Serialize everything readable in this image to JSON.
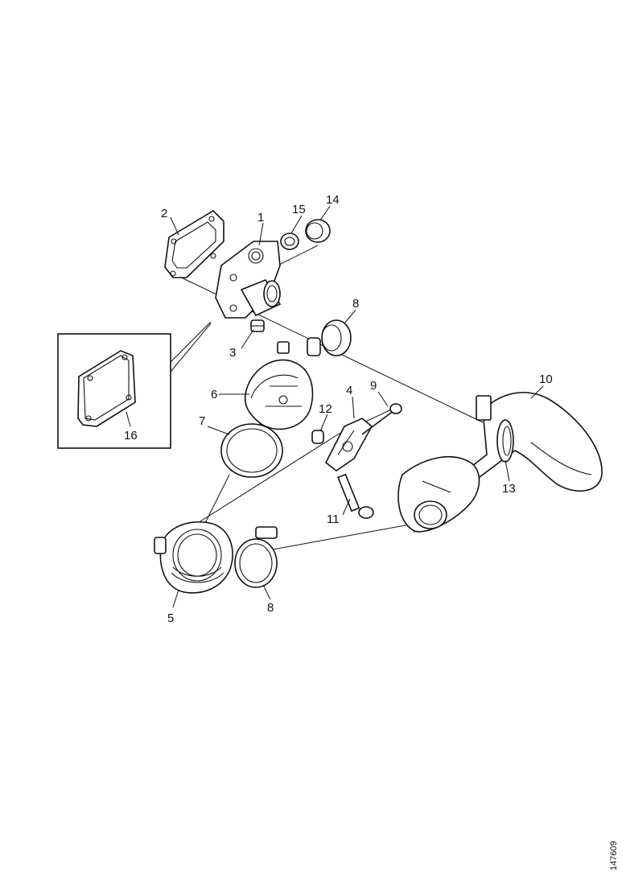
{
  "callouts": {
    "c1": "1",
    "c2": "2",
    "c3": "3",
    "c4": "4",
    "c5": "5",
    "c6": "6",
    "c7": "7",
    "c8a": "8",
    "c8b": "8",
    "c9": "9",
    "c10": "10",
    "c11": "11",
    "c12": "12",
    "c13": "13",
    "c14": "14",
    "c15": "15",
    "c16": "16"
  },
  "figure_ref": "147609"
}
